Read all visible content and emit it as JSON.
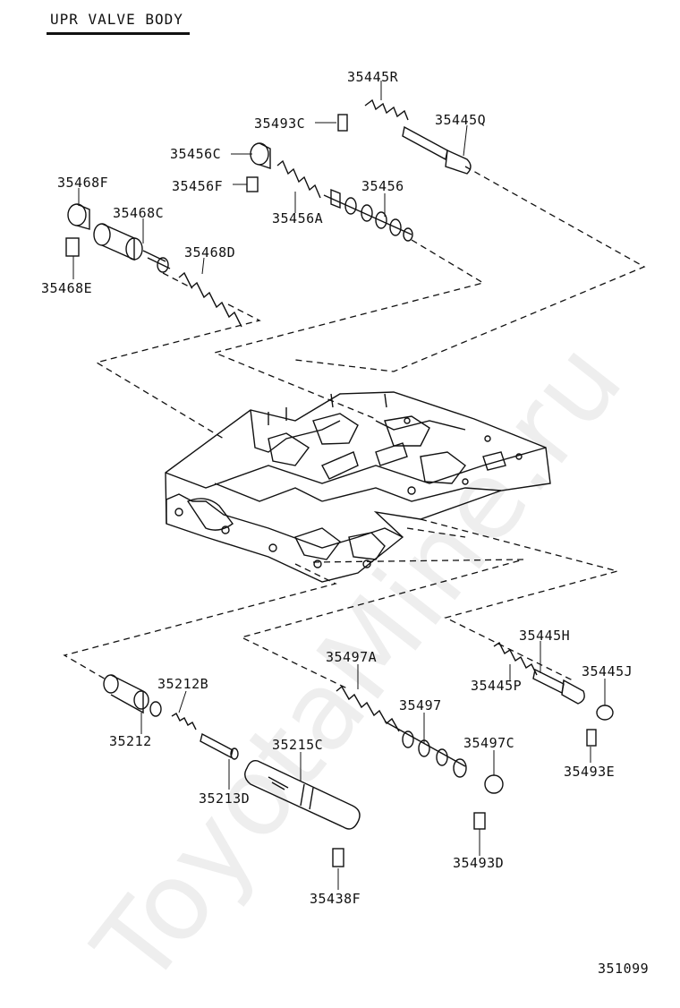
{
  "title": "UPR VALVE BODY",
  "watermark": "ToyotaMine.ru",
  "figure_number": "351099",
  "parts": {
    "p35445R": "35445R",
    "p35493C": "35493C",
    "p35445Q": "35445Q",
    "p35456C": "35456C",
    "p35456F": "35456F",
    "p35456A": "35456A",
    "p35456": "35456",
    "p35468F": "35468F",
    "p35468C": "35468C",
    "p35468D": "35468D",
    "p35468E": "35468E",
    "p35445H": "35445H",
    "p35445P": "35445P",
    "p35445J": "35445J",
    "p35497A": "35497A",
    "p35497": "35497",
    "p35497C": "35497C",
    "p35493E": "35493E",
    "p35493D": "35493D",
    "p35212B": "35212B",
    "p35212": "35212",
    "p35213D": "35213D",
    "p35215C": "35215C",
    "p35438F": "35438F"
  }
}
